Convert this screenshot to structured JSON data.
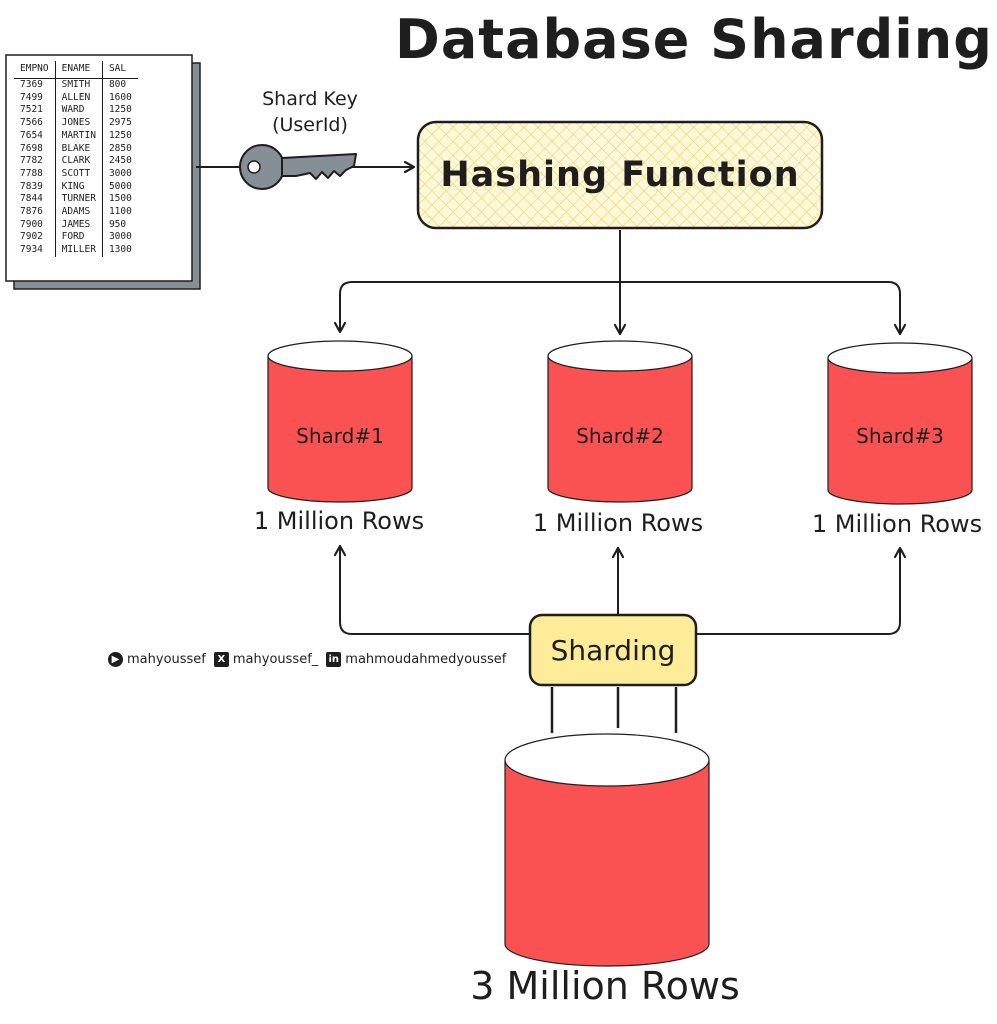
{
  "title": "Database Sharding",
  "shard_key": {
    "line1": "Shard Key",
    "line2": "(UserId)",
    "icon": "key-icon"
  },
  "hashing_function": {
    "label": "Hashing Function",
    "fill": "#fff3bf"
  },
  "shards": [
    {
      "label": "Shard#1",
      "rows": "1 Million Rows"
    },
    {
      "label": "Shard#2",
      "rows": "1 Million Rows"
    },
    {
      "label": "Shard#3",
      "rows": "1 Million Rows"
    }
  ],
  "sharding": {
    "label": "Sharding",
    "fill": "#ffec99"
  },
  "source_db": {
    "rows": "3 Million Rows"
  },
  "colors": {
    "cylinder": "#fa5252",
    "stroke": "#1e1e1e",
    "table_shadow": "#868e96"
  },
  "social": [
    {
      "icon": "youtube-icon",
      "glyph": "▶",
      "handle": "mahyoussef"
    },
    {
      "icon": "x-icon",
      "glyph": "X",
      "handle": "mahyoussef_"
    },
    {
      "icon": "linkedin-icon",
      "glyph": "in",
      "handle": "mahmoudahmedyoussef"
    }
  ],
  "table": {
    "headers": [
      "EMPNO",
      "ENAME",
      "SAL"
    ],
    "rows": [
      [
        "7369",
        "SMITH",
        "800"
      ],
      [
        "7499",
        "ALLEN",
        "1600"
      ],
      [
        "7521",
        "WARD",
        "1250"
      ],
      [
        "7566",
        "JONES",
        "2975"
      ],
      [
        "7654",
        "MARTIN",
        "1250"
      ],
      [
        "7698",
        "BLAKE",
        "2850"
      ],
      [
        "7782",
        "CLARK",
        "2450"
      ],
      [
        "7788",
        "SCOTT",
        "3000"
      ],
      [
        "7839",
        "KING",
        "5000"
      ],
      [
        "7844",
        "TURNER",
        "1500"
      ],
      [
        "7876",
        "ADAMS",
        "1100"
      ],
      [
        "7900",
        "JAMES",
        "950"
      ],
      [
        "7902",
        "FORD",
        "3000"
      ],
      [
        "7934",
        "MILLER",
        "1300"
      ]
    ]
  }
}
